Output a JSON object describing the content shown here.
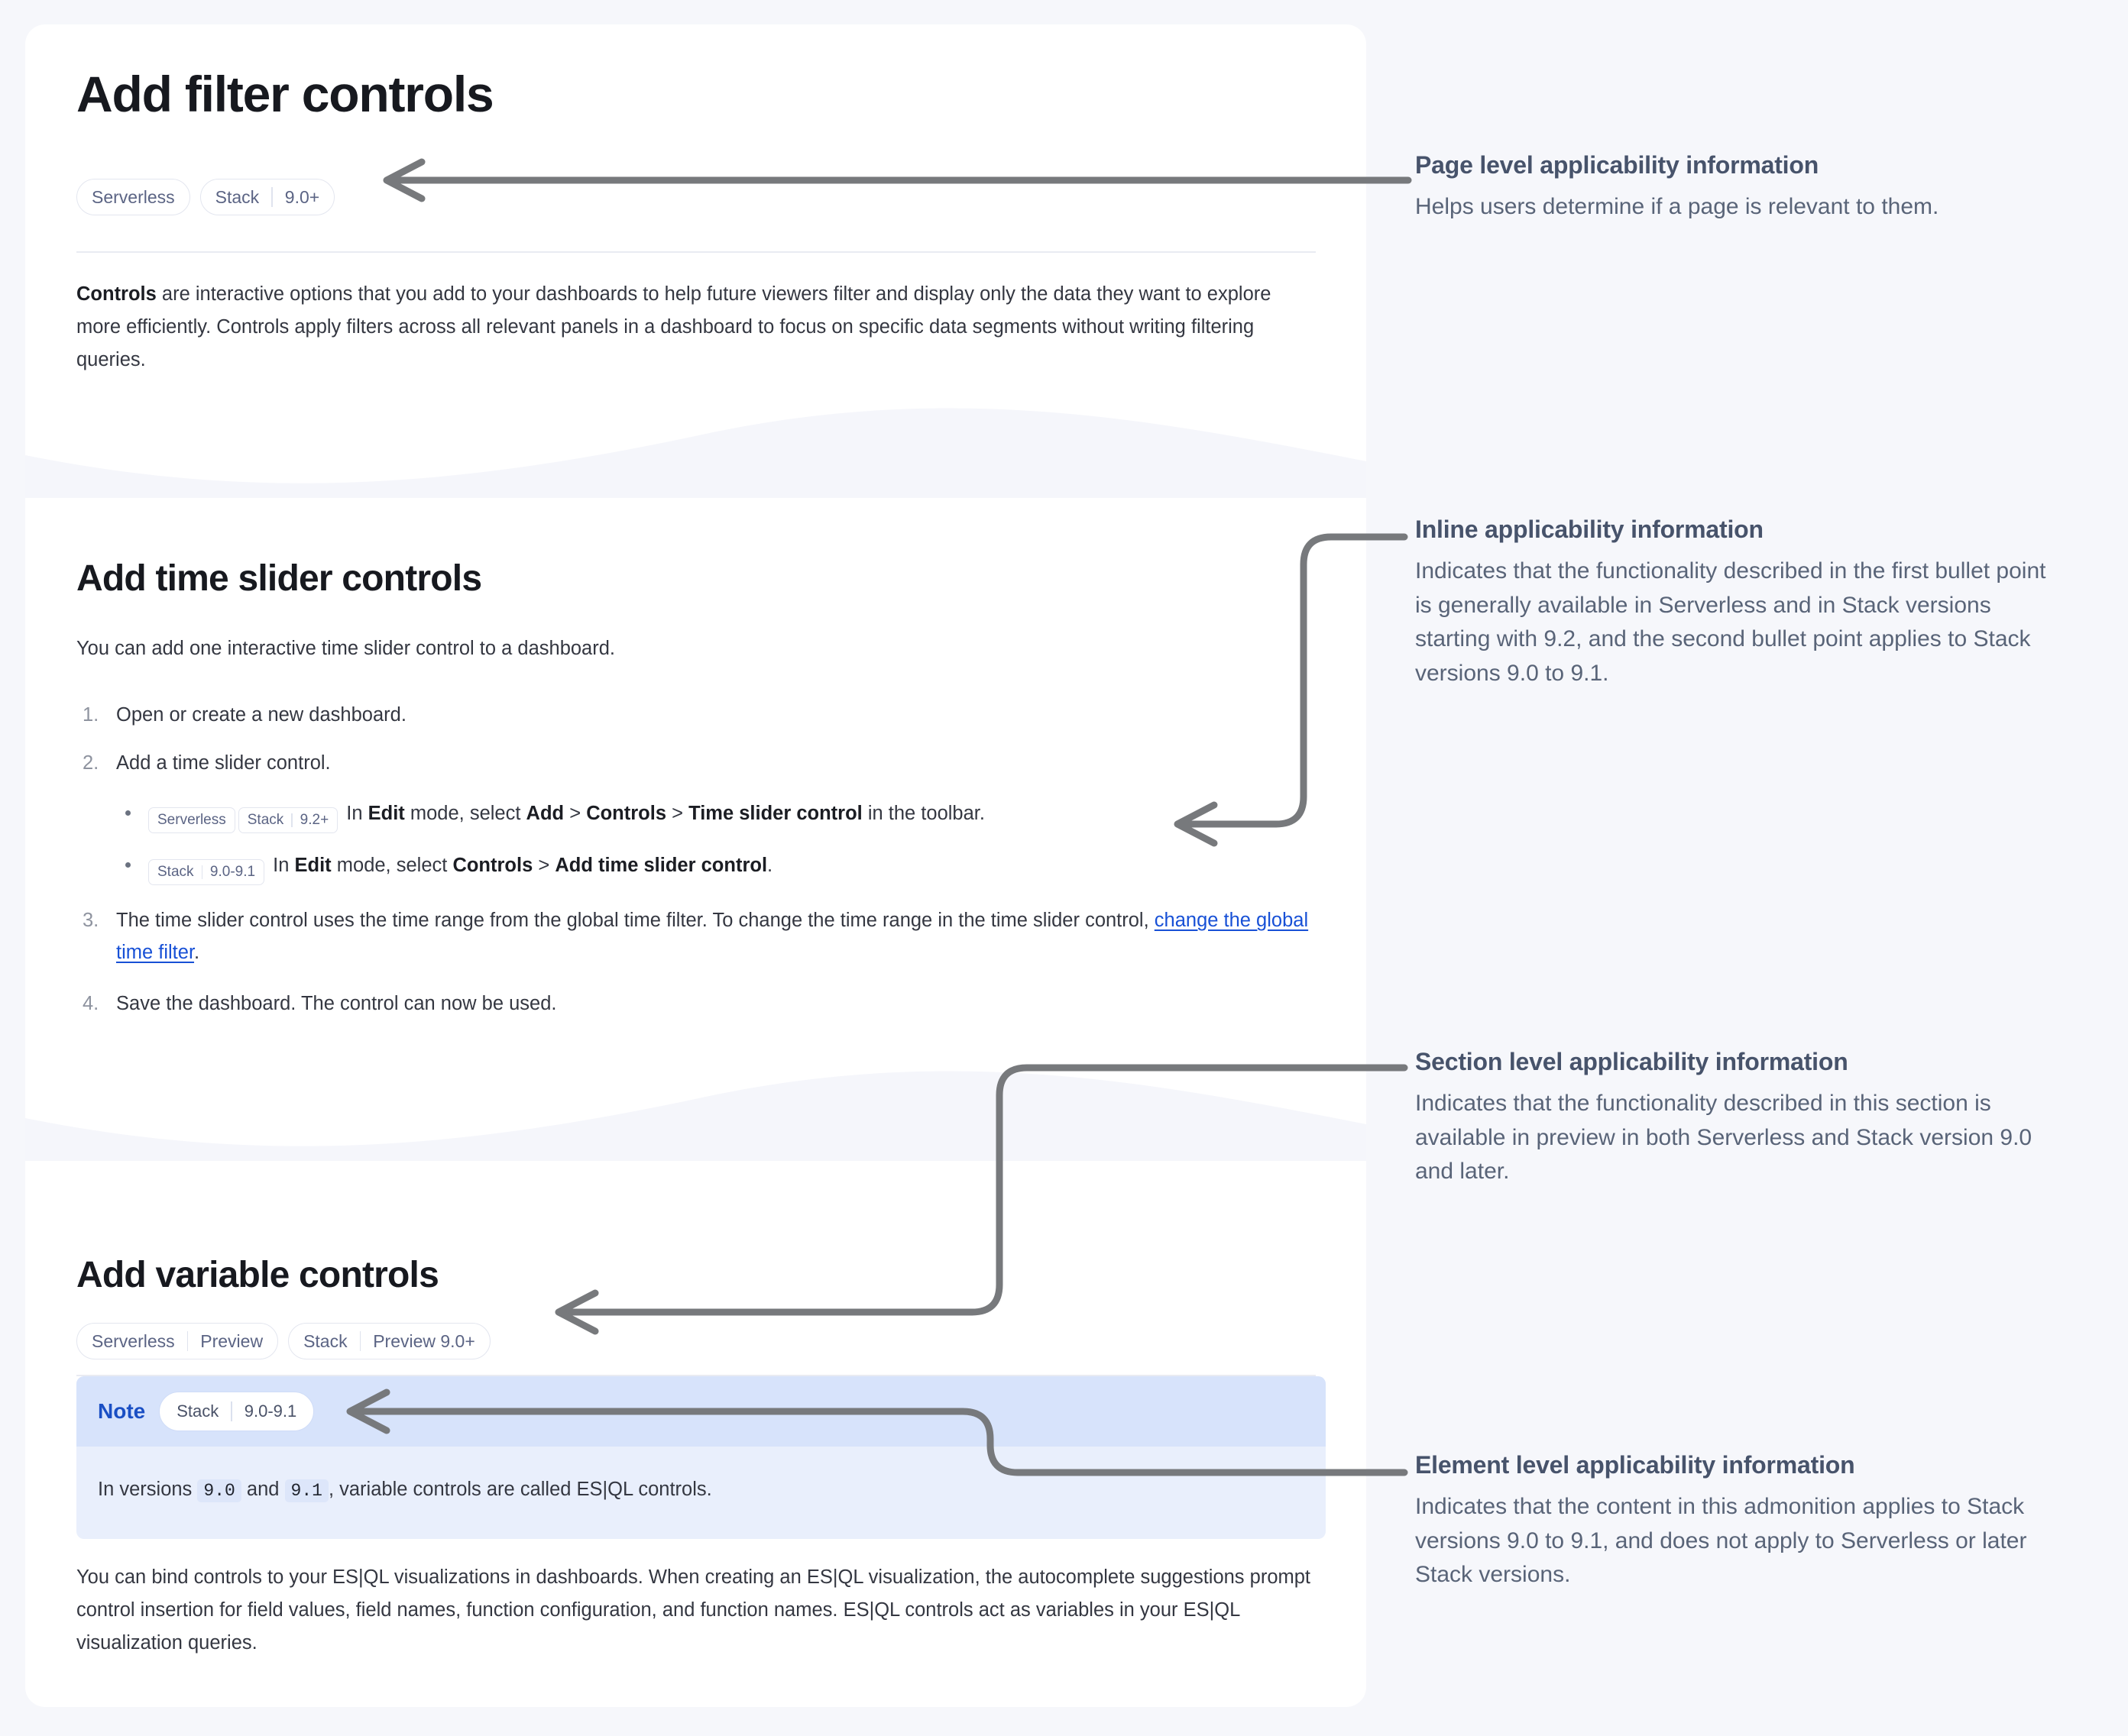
{
  "colors": {
    "page_background": "#f6f7fb",
    "card_background": "#ffffff",
    "heading": "#17191f",
    "body_text": "#343741",
    "pill_text": "#5b6484",
    "pill_border": "#e3e6ef",
    "link": "#1750d6",
    "note_header_band": "#d7e3fb",
    "note_body": "#e9effc",
    "note_label": "#1a4fc4",
    "connector": "#77797c",
    "annotation_heading": "#47536b",
    "annotation_text": "#596478"
  },
  "doc": {
    "page_title": "Add filter controls",
    "page_badges": [
      {
        "name": "Serverless",
        "parts": [
          "Serverless"
        ]
      },
      {
        "name": "Stack 9.0+",
        "parts": [
          "Stack",
          "9.0+"
        ]
      }
    ],
    "intro": {
      "lead": "Controls",
      "rest": " are interactive options that you add to your dashboards to help future viewers filter and display only the data they want to explore more efficiently. Controls apply filters across all relevant panels in a dashboard to focus on specific data segments without writing filtering queries."
    },
    "section_time_slider": {
      "title": "Add time slider controls",
      "intro": "You can add one interactive time slider control to a dashboard.",
      "steps": [
        {
          "num": "1.",
          "text": "Open or create a new dashboard."
        },
        {
          "num": "2.",
          "text": "Add a time slider control."
        },
        {
          "num": "3.",
          "text": "The time slider control uses the time range from the global time filter. To change the time range in the time slider control, ",
          "link": "change the global time filter",
          "tail": "."
        },
        {
          "num": "4.",
          "text": "Save the dashboard. The control can now be used."
        }
      ],
      "bullets": [
        {
          "badges": [
            {
              "parts": [
                "Serverless"
              ]
            },
            {
              "parts": [
                "Stack",
                "9.2+"
              ]
            }
          ],
          "segments": [
            {
              "t": " In ",
              "b": false
            },
            {
              "t": "Edit",
              "b": true
            },
            {
              "t": " mode, select ",
              "b": false
            },
            {
              "t": "Add",
              "b": true
            },
            {
              "t": " > ",
              "b": false
            },
            {
              "t": "Controls",
              "b": true
            },
            {
              "t": " > ",
              "b": false
            },
            {
              "t": "Time slider control",
              "b": true
            },
            {
              "t": " in the toolbar.",
              "b": false
            }
          ]
        },
        {
          "badges": [
            {
              "parts": [
                "Stack",
                "9.0-9.1"
              ]
            }
          ],
          "segments": [
            {
              "t": " In ",
              "b": false
            },
            {
              "t": "Edit",
              "b": true
            },
            {
              "t": " mode, select ",
              "b": false
            },
            {
              "t": "Controls",
              "b": true
            },
            {
              "t": " > ",
              "b": false
            },
            {
              "t": "Add time slider control",
              "b": true
            },
            {
              "t": ".",
              "b": false
            }
          ]
        }
      ]
    },
    "section_variable": {
      "title": "Add variable controls",
      "badges": [
        {
          "name": "Serverless Preview",
          "parts": [
            "Serverless",
            "Preview"
          ]
        },
        {
          "name": "Stack Preview 9.0+",
          "parts": [
            "Stack",
            "Preview 9.0+"
          ]
        }
      ],
      "note": {
        "label": "Note",
        "badge": {
          "parts": [
            "Stack",
            "9.0-9.1"
          ]
        },
        "body_pre": "In versions ",
        "code1": "9.0",
        "body_mid": " and ",
        "code2": "9.1",
        "body_post": ", variable controls are called ES|QL controls."
      },
      "paragraph": "You can bind controls to your ES|QL visualizations in dashboards. When creating an ES|QL visualization, the autocomplete suggestions prompt control insertion for field values, field names, function configuration, and function names. ES|QL controls act as variables in your ES|QL visualization queries."
    }
  },
  "annotations": [
    {
      "id": "page-level",
      "title": "Page level applicability information",
      "body": "Helps users determine if a page is relevant to them."
    },
    {
      "id": "inline-level",
      "title": "Inline applicability information",
      "body": "Indicates that the functionality described in the first bullet point is generally available in Serverless and in Stack versions starting with 9.2, and the second bullet point applies to Stack versions 9.0 to 9.1."
    },
    {
      "id": "section-level",
      "title": "Section level applicability information",
      "body": "Indicates that the functionality described in this section is available in preview in both Serverless and Stack version 9.0 and later."
    },
    {
      "id": "element-level",
      "title": "Element level applicability information",
      "body": "Indicates that the content in this admonition applies to Stack versions 9.0 to 9.1, and does not apply to Serverless or later Stack versions."
    }
  ]
}
